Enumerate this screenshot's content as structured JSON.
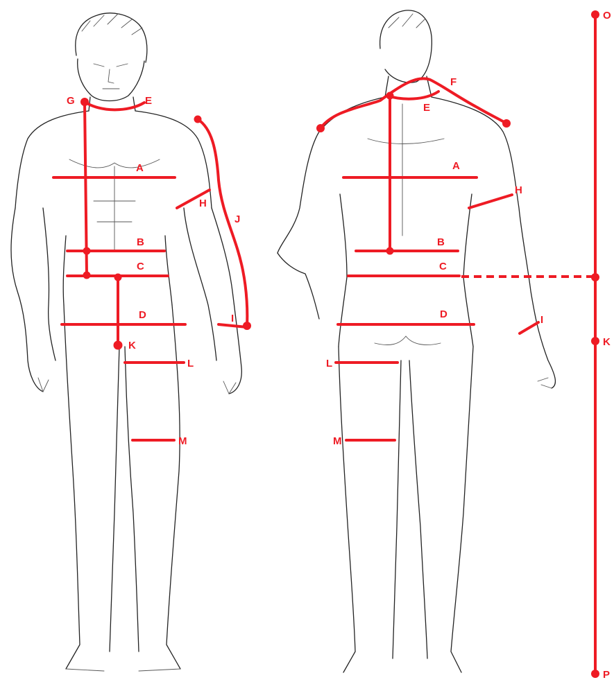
{
  "colors": {
    "measure_red": "#ee1b24",
    "sketch": "#222222",
    "background": "#ffffff"
  },
  "front": {
    "labels": {
      "G": "G",
      "E": "E",
      "A": "A",
      "H": "H",
      "J": "J",
      "B": "B",
      "C": "C",
      "D": "D",
      "I": "I",
      "K": "K",
      "L": "L",
      "M": "M"
    }
  },
  "back": {
    "labels": {
      "F": "F",
      "E": "E",
      "A": "A",
      "H": "H",
      "B": "B",
      "C": "C",
      "D": "D",
      "I": "I",
      "L": "L",
      "M": "M"
    }
  },
  "height_scale": {
    "labels": {
      "O": "O",
      "K": "K",
      "P": "P"
    }
  }
}
